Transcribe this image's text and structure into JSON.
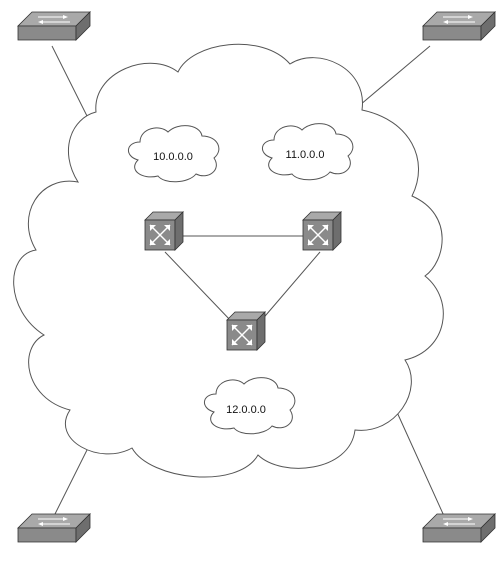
{
  "colors": {
    "device_top": "#a9a9a9",
    "device_front": "#8a8a8a",
    "device_side": "#6e6e6e",
    "device_edge": "#333333",
    "glyph": "#ffffff",
    "line": "#555555"
  },
  "networks": [
    {
      "label": "10.0.0.0"
    },
    {
      "label": "11.0.0.0"
    },
    {
      "label": "12.0.0.0"
    }
  ],
  "devices": {
    "switches": [
      {
        "name": "switch-top-left",
        "icon": "workgroup-switch-icon"
      },
      {
        "name": "switch-top-right",
        "icon": "workgroup-switch-icon"
      },
      {
        "name": "switch-bottom-left",
        "icon": "workgroup-switch-icon"
      },
      {
        "name": "switch-bottom-right",
        "icon": "workgroup-switch-icon"
      }
    ],
    "core_switches": [
      {
        "name": "core-switch-left",
        "icon": "atm-switch-icon"
      },
      {
        "name": "core-switch-right",
        "icon": "atm-switch-icon"
      },
      {
        "name": "core-switch-bottom",
        "icon": "atm-switch-icon"
      }
    ]
  }
}
